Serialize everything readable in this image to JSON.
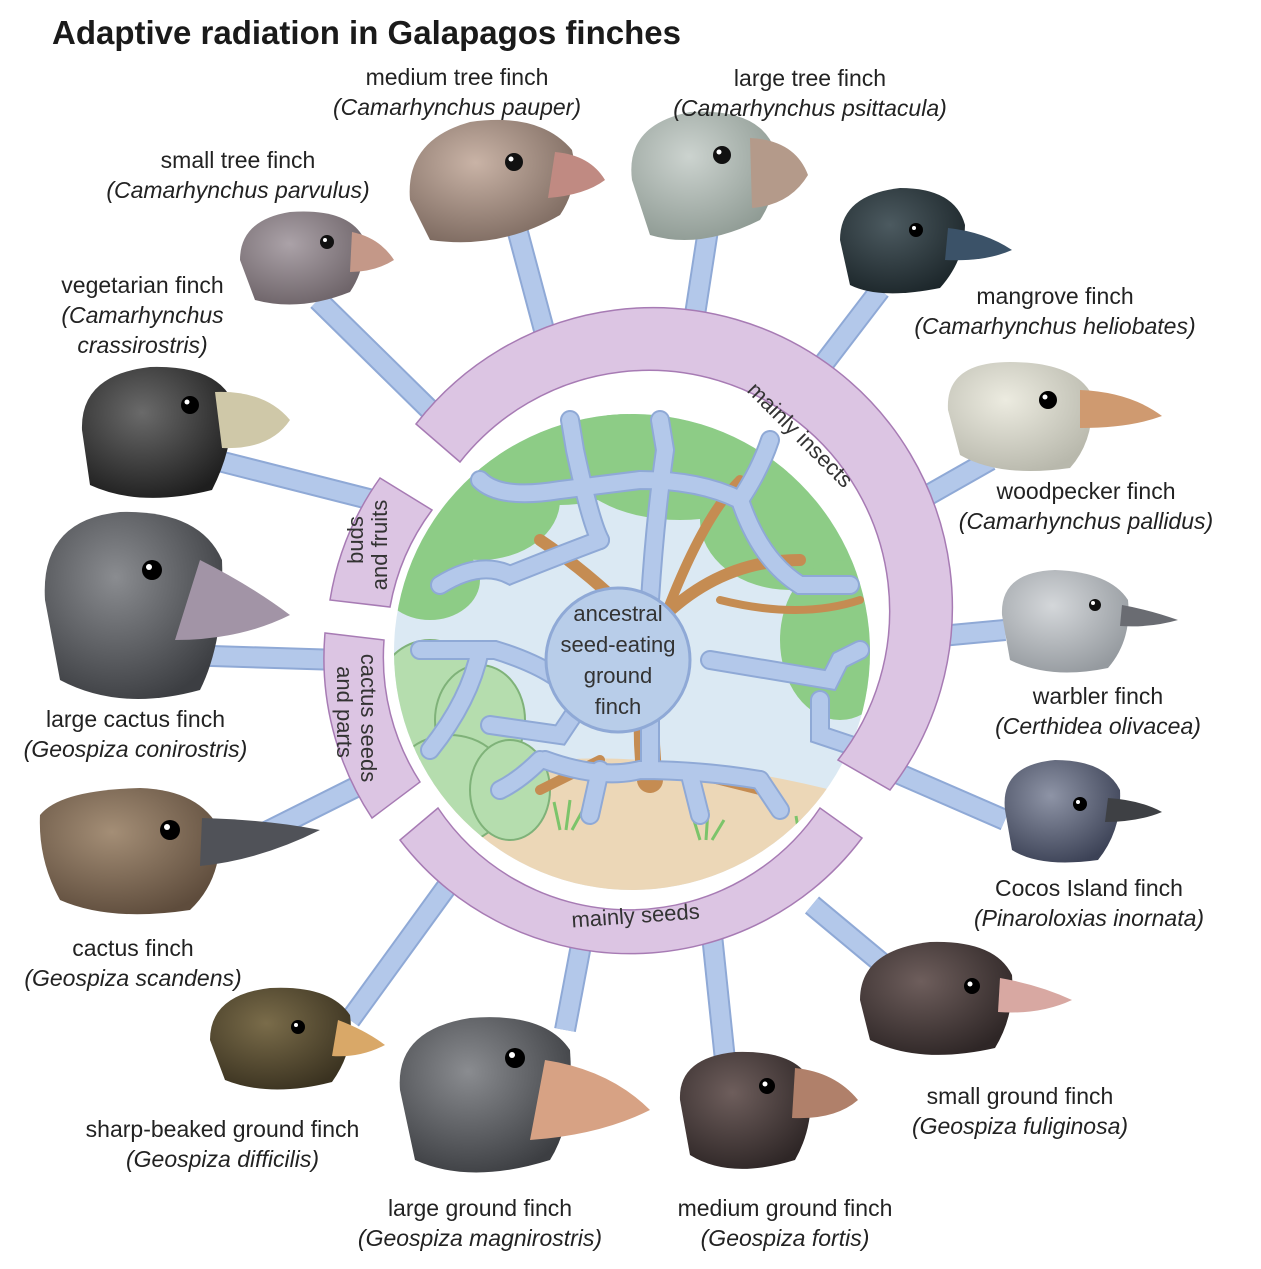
{
  "title": "Adaptive radiation in Galapagos finches",
  "center": {
    "lines": [
      "ancestral",
      "seed-eating",
      "ground",
      "finch"
    ]
  },
  "diet_groups": {
    "insects": "mainly insects",
    "buds": [
      "buds",
      "and fruits"
    ],
    "cactus": [
      "cactus seeds",
      "and parts"
    ],
    "seeds": "mainly seeds"
  },
  "finches": [
    {
      "id": "medium-tree-finch",
      "common": "medium tree finch",
      "sci": "(Camarhynchus pauper)",
      "align": "right"
    },
    {
      "id": "large-tree-finch",
      "common": "large tree finch",
      "sci": "(Camarhynchus psittacula)",
      "align": "center"
    },
    {
      "id": "small-tree-finch",
      "common": "small tree finch",
      "sci": "(Camarhynchus parvulus)",
      "align": "center"
    },
    {
      "id": "mangrove-finch",
      "common": "mangrove finch",
      "sci": "(Camarhynchus heliobates)",
      "align": "center"
    },
    {
      "id": "vegetarian-finch",
      "common": "vegetarian finch",
      "sci": "(Camarhynchus",
      "sci2": "crassirostris)",
      "align": "center"
    },
    {
      "id": "woodpecker-finch",
      "common": "woodpecker finch",
      "sci": "(Camarhynchus pallidus)",
      "align": "center"
    },
    {
      "id": "large-cactus-finch",
      "common": "large cactus finch",
      "sci": "(Geospiza conirostris)",
      "align": "center"
    },
    {
      "id": "warbler-finch",
      "common": "warbler finch",
      "sci": "(Certhidea olivacea)",
      "align": "center"
    },
    {
      "id": "cactus-finch",
      "common": "cactus finch",
      "sci": "(Geospiza scandens)",
      "align": "center"
    },
    {
      "id": "cocos-island-finch",
      "common": "Cocos Island finch",
      "sci": "(Pinaroloxias inornata)",
      "align": "center"
    },
    {
      "id": "sharp-beaked-ground-finch",
      "common": "sharp-beaked ground finch",
      "sci": "(Geospiza difficilis)",
      "align": "right"
    },
    {
      "id": "small-ground-finch",
      "common": "small ground finch",
      "sci": "(Geospiza fuliginosa)",
      "align": "center"
    },
    {
      "id": "large-ground-finch",
      "common": "large ground finch",
      "sci": "(Geospiza magnirostris)",
      "align": "center"
    },
    {
      "id": "medium-ground-finch",
      "common": "medium ground finch",
      "sci": "(Geospiza fortis)",
      "align": "center"
    }
  ],
  "colors": {
    "spokes": "#b3c8ea",
    "spoke_edge": "#8fa9d6",
    "diet_band": "#dcc5e3",
    "diet_band_edge": "#a77bb4",
    "center_circle": "#b8cde9",
    "sky": "#dbe9f3",
    "tree_trunk": "#c58c52",
    "foliage": "#8dcc86",
    "ground": "#ecd7b7",
    "cactus": "#b5ddae"
  }
}
